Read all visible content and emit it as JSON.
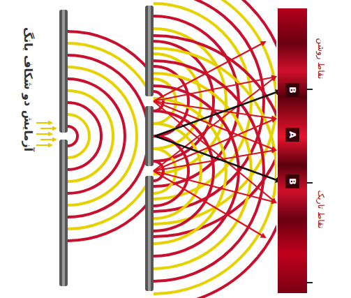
{
  "diagram": {
    "title": "آزمایش دو شکاف یانگ",
    "labels": [
      "نقاط روشن",
      "نقاط تاریک",
      "B",
      "A",
      "B"
    ]
  }
}
